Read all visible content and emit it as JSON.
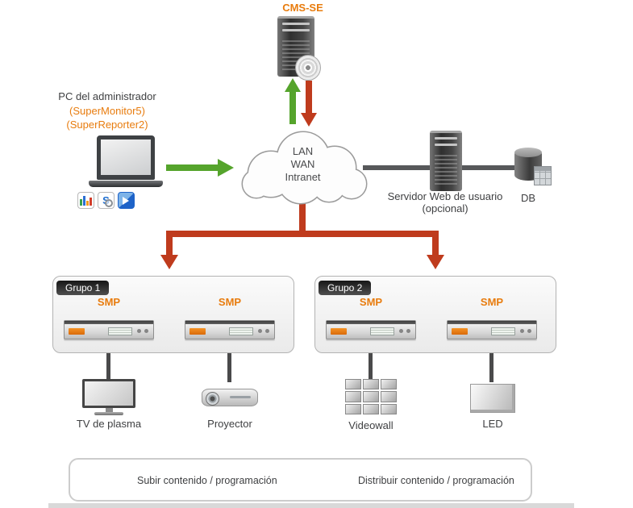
{
  "nodes": {
    "cms": {
      "label": "CMS-SE"
    },
    "admin_pc": {
      "title": "PC del administrador",
      "app1": "(SuperMonitor5)",
      "app2": "(SuperReporter2)"
    },
    "cloud": {
      "line1": "LAN",
      "line2": "WAN",
      "line3": "Intranet"
    },
    "web_server": {
      "label": "Servidor Web de usuario",
      "note": "(opcional)"
    },
    "db": {
      "label": "DB"
    }
  },
  "groups": [
    {
      "name": "Grupo 1",
      "players": [
        {
          "label": "SMP"
        },
        {
          "label": "SMP"
        }
      ],
      "displays": [
        {
          "label": "TV de plasma"
        },
        {
          "label": "Proyector"
        }
      ]
    },
    {
      "name": "Grupo 2",
      "players": [
        {
          "label": "SMP"
        },
        {
          "label": "SMP"
        }
      ],
      "displays": [
        {
          "label": "Videowall"
        },
        {
          "label": "LED"
        }
      ]
    }
  ],
  "legend": {
    "upload": "Subir contenido / programación",
    "distribute": "Distribuir contenido / programación"
  },
  "icons": {
    "s_glyph": "S"
  },
  "colors": {
    "orange": "#e87c0e",
    "green": "#55a42c",
    "red": "#bf3b1d",
    "wire_gray": "#57585a"
  }
}
